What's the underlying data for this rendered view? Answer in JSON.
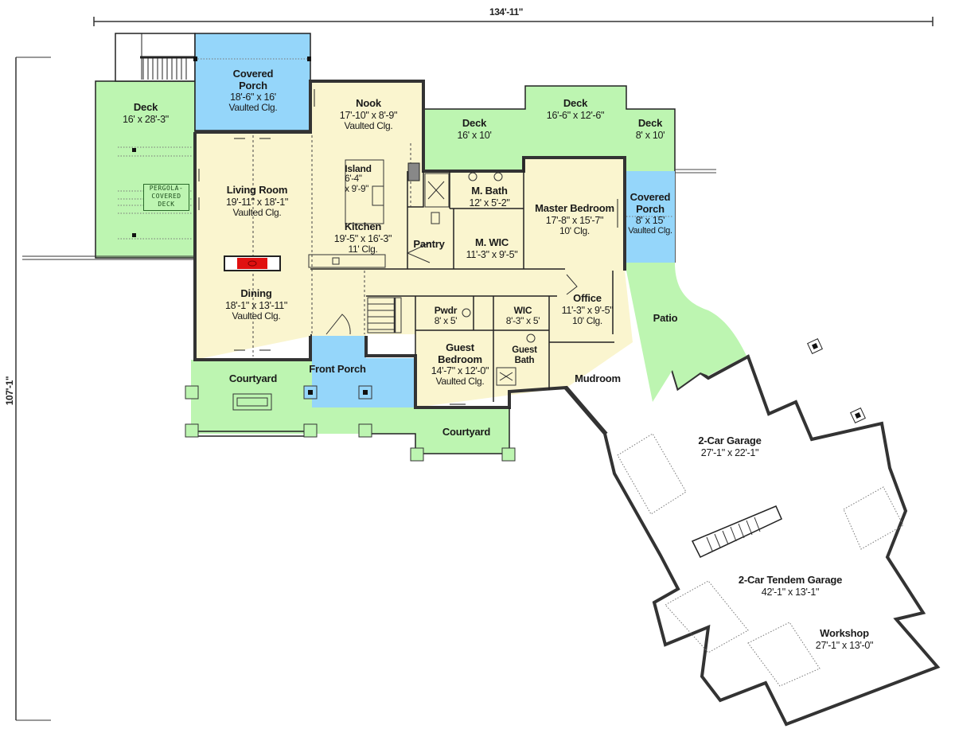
{
  "plan": {
    "overall_width": "134'-11\"",
    "overall_depth": "107'-1\"",
    "pergola_label": [
      "PERGOLA-",
      "COVERED",
      "DECK"
    ]
  },
  "colors": {
    "deck_patio": "#bdf5b1",
    "covered_porch": "#95d6fa",
    "interior_room": "#faf5cf",
    "garage": "#ffffff",
    "fireplace": "#e01010",
    "wall": "#333333"
  },
  "rooms": {
    "deck_west": {
      "name": "Deck",
      "size": "16' x 28'-3\""
    },
    "covered_porch_north": {
      "name": "Covered",
      "name2": "Porch",
      "size": "18'-6\" x 16'",
      "ceiling": "Vaulted Clg."
    },
    "nook": {
      "name": "Nook",
      "size": "17'-10\" x 8'-9\"",
      "ceiling": "Vaulted Clg."
    },
    "deck_center": {
      "name": "Deck",
      "size": "16' x 10'"
    },
    "deck_upper": {
      "name": "Deck",
      "size": "16'-6\" x 12'-6\""
    },
    "deck_east": {
      "name": "Deck",
      "size": "8' x 10'"
    },
    "island": {
      "name": "Island",
      "size": "6'-4\"",
      "size2": "x 9'-9\""
    },
    "living_room": {
      "name": "Living Room",
      "size": "19'-11\" x 18'-1\"",
      "ceiling": "Vaulted Clg."
    },
    "kitchen": {
      "name": "Kitchen",
      "size": "19'-5\" x 16'-3\"",
      "ceiling": "11' Clg."
    },
    "m_bath": {
      "name": "M. Bath",
      "size": "12' x 5'-2\""
    },
    "pantry": {
      "name": "Pantry"
    },
    "m_wic": {
      "name": "M. WIC",
      "size": "11'-3\" x 9'-5\""
    },
    "master_bedroom": {
      "name": "Master Bedroom",
      "size": "17'-8\" x 15'-7\"",
      "ceiling": "10' Clg."
    },
    "covered_porch_east": {
      "name": "Covered",
      "name2": "Porch",
      "size": "8' x 15'",
      "ceiling": "Vaulted Clg."
    },
    "dining": {
      "name": "Dining",
      "size": "18'-1\" x 13'-11\"",
      "ceiling": "Vaulted Clg."
    },
    "pwdr": {
      "name": "Pwdr",
      "size": "8' x 5'"
    },
    "wic": {
      "name": "WIC",
      "size": "8'-3\" x 5'"
    },
    "office": {
      "name": "Office",
      "size": "11'-3\" x 9'-5\"",
      "ceiling": "10' Clg."
    },
    "patio": {
      "name": "Patio"
    },
    "guest_bedroom": {
      "name": "Guest",
      "name2": "Bedroom",
      "size": "14'-7\" x 12'-0\"",
      "ceiling": "Vaulted Clg."
    },
    "guest_bath": {
      "name": "Guest",
      "name2": "Bath"
    },
    "mudroom": {
      "name": "Mudroom"
    },
    "courtyard_west": {
      "name": "Courtyard"
    },
    "front_porch": {
      "name": "Front Porch"
    },
    "courtyard_south": {
      "name": "Courtyard"
    },
    "garage_2car": {
      "name": "2-Car Garage",
      "size": "27'-1\" x 22'-1\""
    },
    "garage_tandem": {
      "name": "2-Car Tendem Garage",
      "size": "42'-1\" x 13'-1\""
    },
    "workshop": {
      "name": "Workshop",
      "size": "27'-1\" x 13'-0\""
    }
  }
}
